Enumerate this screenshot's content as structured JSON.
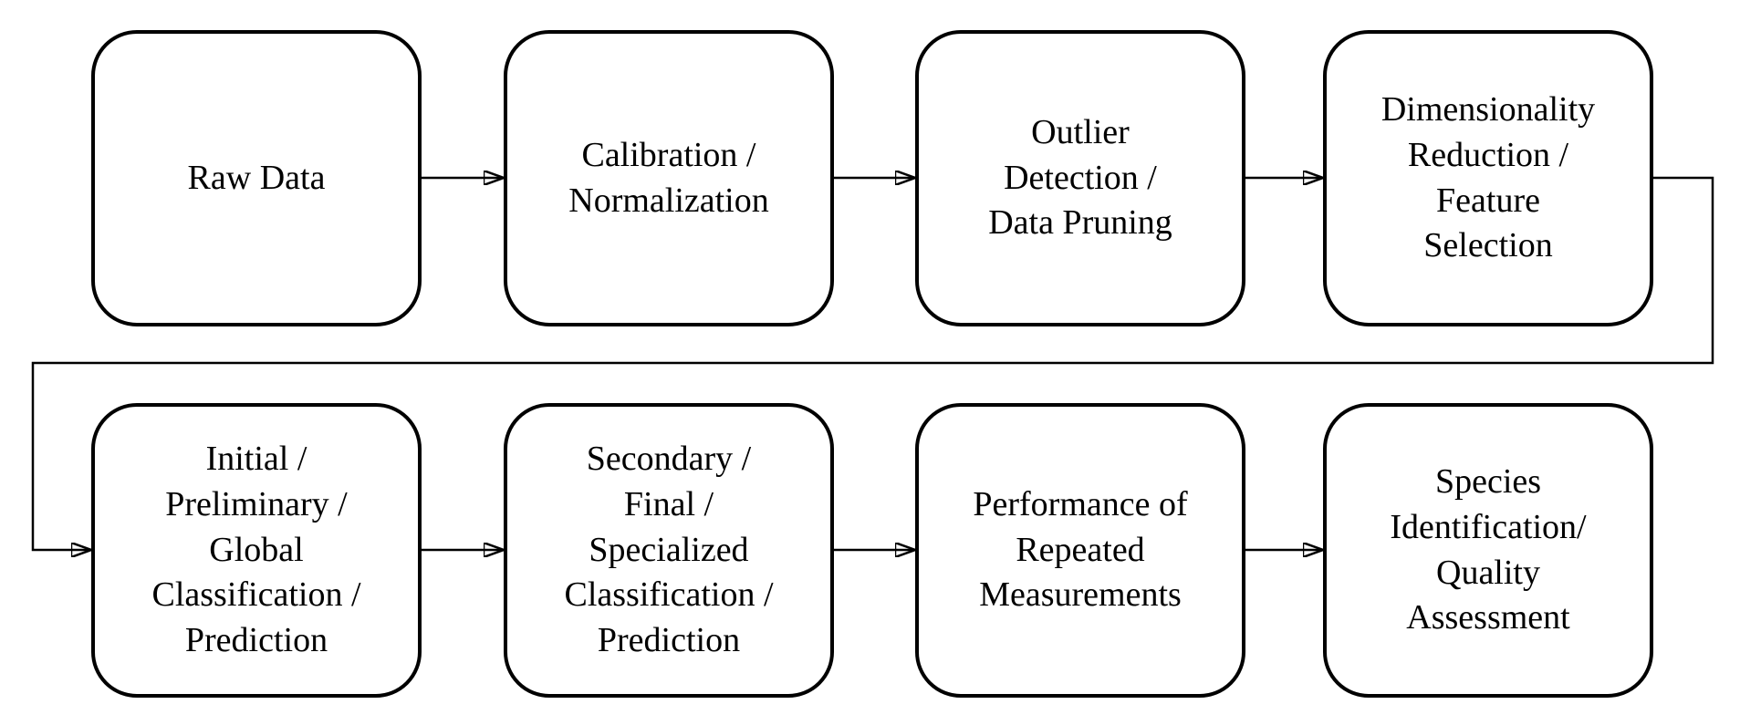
{
  "diagram": {
    "boxes": [
      {
        "label": "Raw Data"
      },
      {
        "label": "Calibration /\nNormalization"
      },
      {
        "label": "Outlier\nDetection /\nData Pruning"
      },
      {
        "label": "Dimensionality\nReduction /\nFeature\nSelection"
      },
      {
        "label": "Initial /\nPreliminary /\nGlobal\nClassification /\nPrediction"
      },
      {
        "label": "Secondary /\nFinal /\nSpecialized\nClassification /\nPrediction"
      },
      {
        "label": "Performance of\nRepeated\nMeasurements"
      },
      {
        "label": "Species\nIdentification/\nQuality\nAssessment"
      }
    ],
    "connections": [
      {
        "from": 0,
        "to": 1
      },
      {
        "from": 1,
        "to": 2
      },
      {
        "from": 2,
        "to": 3
      },
      {
        "from": 3,
        "to": 4
      },
      {
        "from": 4,
        "to": 5
      },
      {
        "from": 5,
        "to": 6
      },
      {
        "from": 6,
        "to": 7
      }
    ],
    "colors": {
      "background": "#ffffff",
      "line": "#000000",
      "text": "#000000"
    }
  }
}
